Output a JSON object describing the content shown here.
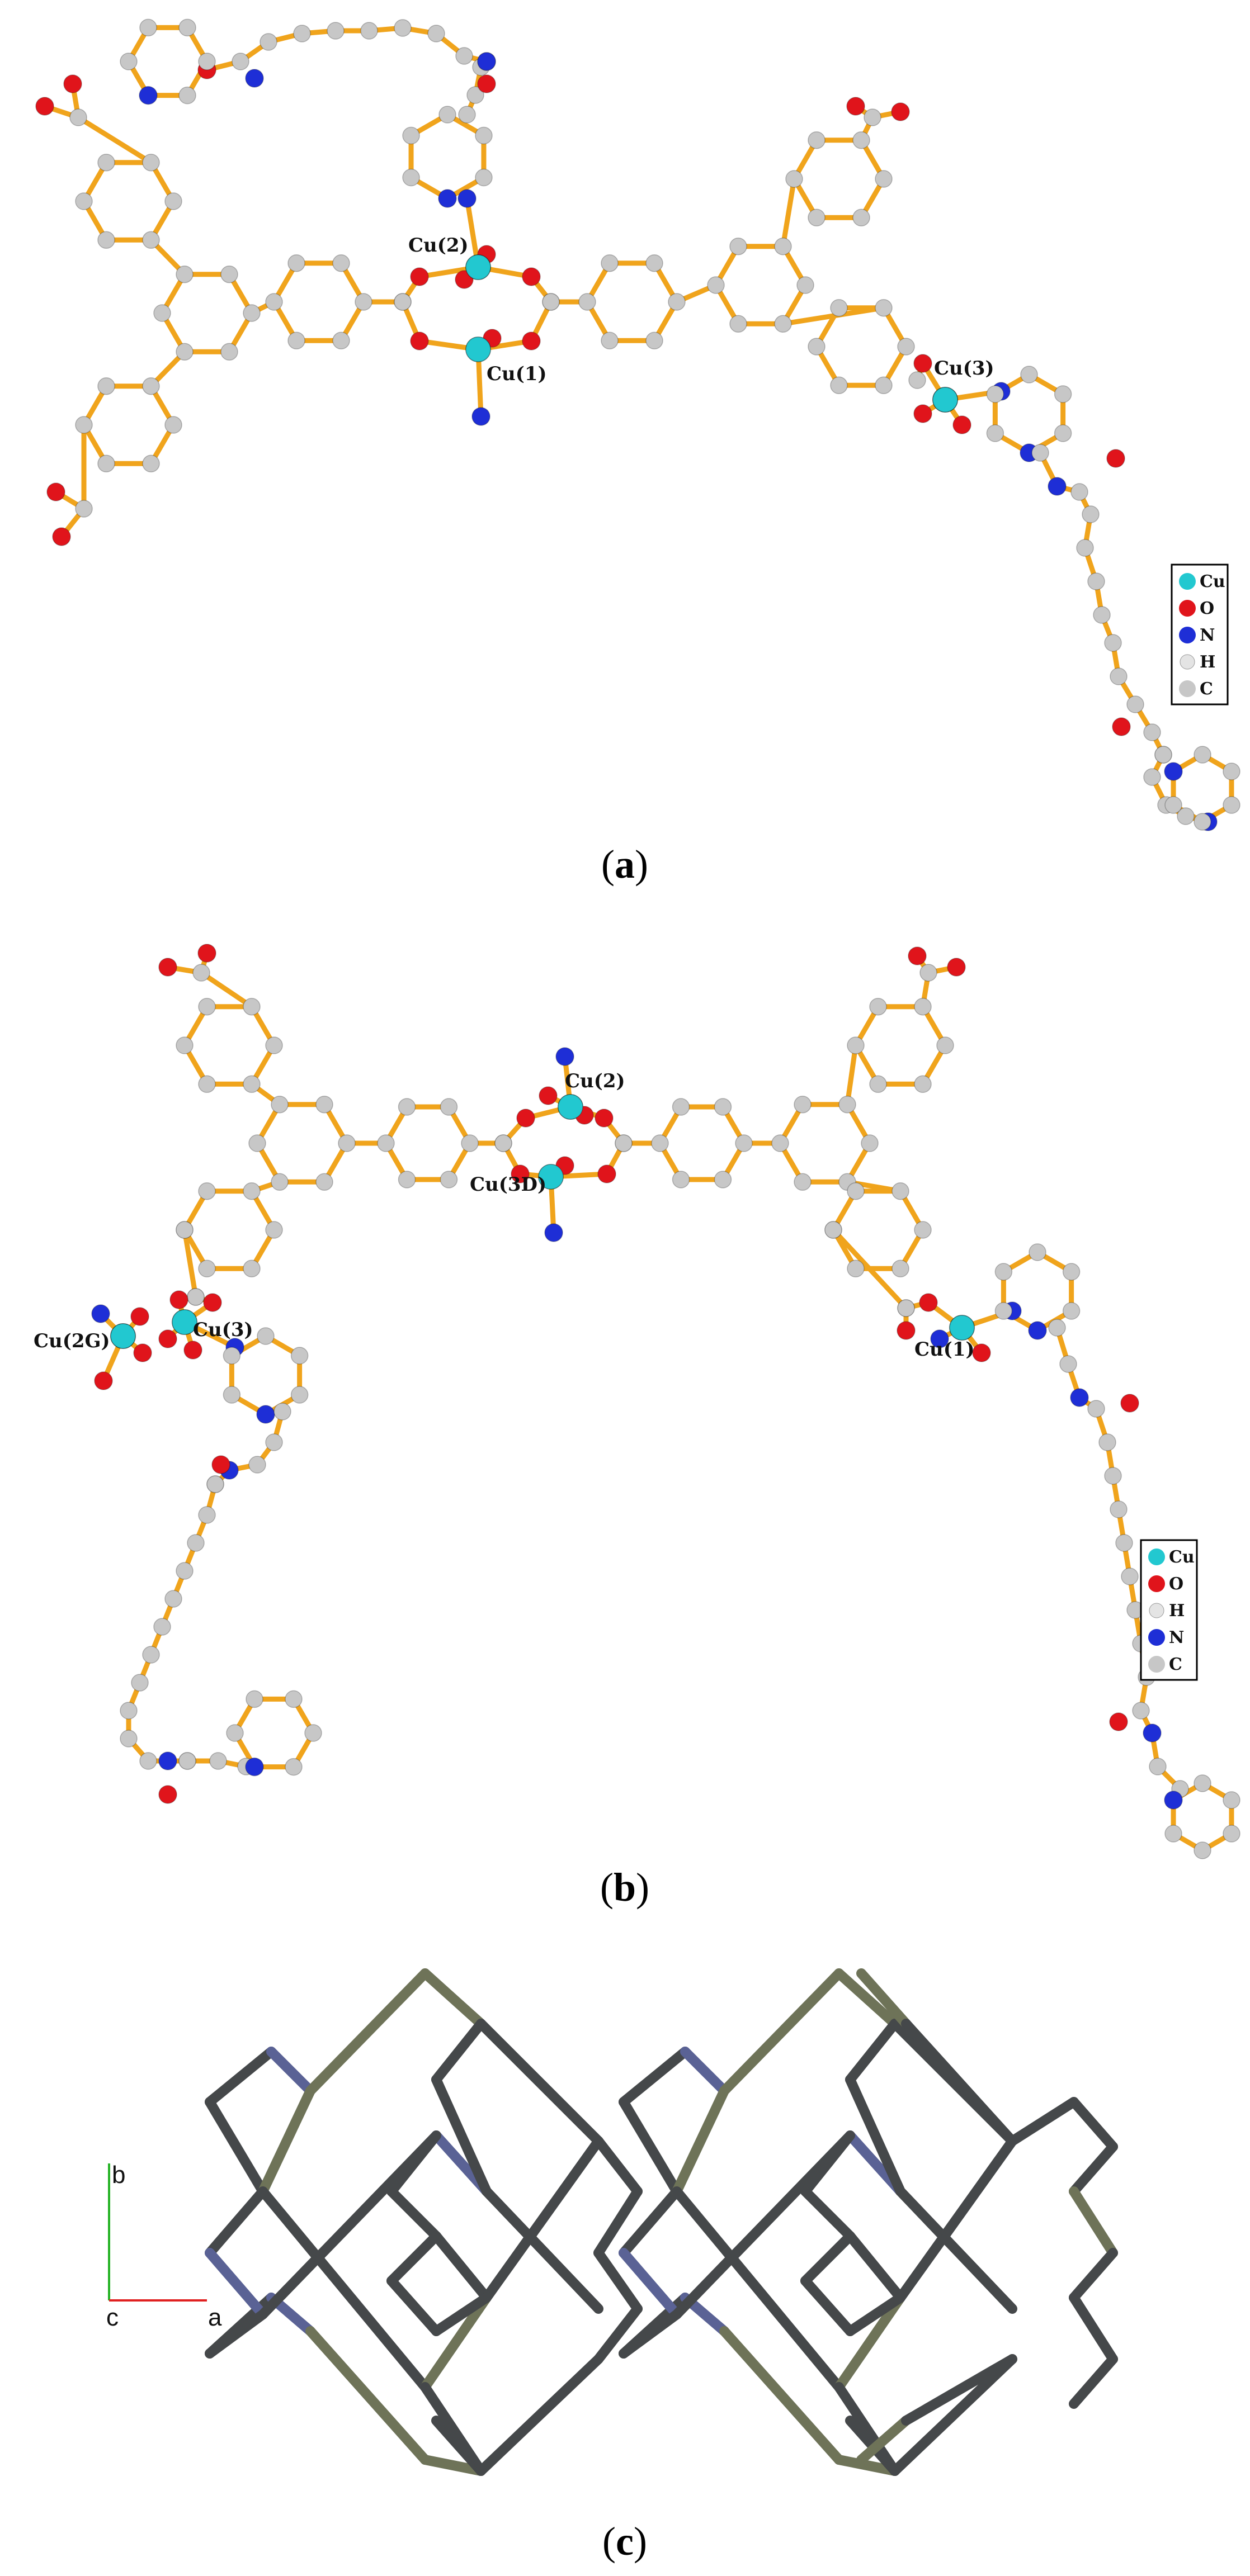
{
  "colors": {
    "bond": "#F0A41C",
    "carbon": "#C7C7C7",
    "hydrogen": "#E4E4E4",
    "oxygen": "#E0141B",
    "nitrogen": "#1E2ED6",
    "copper": "#22C8D0",
    "net_dark": "#45484A",
    "net_olive": "#6E7358",
    "net_blue": "#5A6295",
    "axis_b": "#26B326",
    "axis_a": "#E02020"
  },
  "panels": {
    "a": {
      "label_prefix": "(",
      "label_letter": "a",
      "label_suffix": ")",
      "atom_labels": [
        "Cu(2)",
        "Cu(1)",
        "Cu(3)"
      ],
      "legend": [
        "Cu",
        "O",
        "N",
        "H",
        "C"
      ]
    },
    "b": {
      "label_prefix": "(",
      "label_letter": "b",
      "label_suffix": ")",
      "atom_labels": [
        "Cu(2)",
        "Cu(3D)",
        "Cu(2G)",
        "Cu(3)",
        "Cu(1)"
      ],
      "legend": [
        "Cu",
        "O",
        "H",
        "N",
        "C"
      ]
    },
    "c": {
      "label_prefix": "(",
      "label_letter": "c",
      "label_suffix": ")",
      "axis_labels": {
        "b": "b",
        "c": "c",
        "a": "a"
      }
    }
  }
}
